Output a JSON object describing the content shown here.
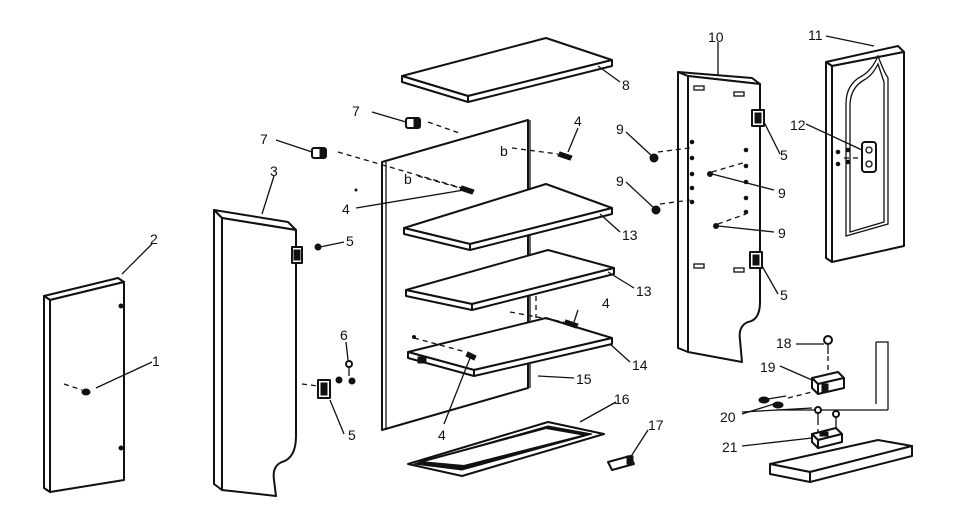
{
  "callouts": {
    "c1": "1",
    "c2": "2",
    "c3": "3",
    "c4a": "4",
    "c4b": "4",
    "c4c": "4",
    "c4d": "4",
    "c5a": "5",
    "c5b": "5",
    "c5c": "5",
    "c5d": "5",
    "c6": "6",
    "c7a": "7",
    "c7b": "7",
    "c8": "8",
    "c9a": "9",
    "c9b": "9",
    "c9c": "9",
    "c9d": "9",
    "c10": "10",
    "c11": "11",
    "c12": "12",
    "c13a": "13",
    "c13b": "13",
    "c14": "14",
    "c15": "15",
    "c16": "16",
    "c17": "17",
    "c18": "18",
    "c19": "19",
    "c20": "20",
    "c21": "21"
  },
  "hole_marks": {
    "b1": "b",
    "b2": "b"
  }
}
